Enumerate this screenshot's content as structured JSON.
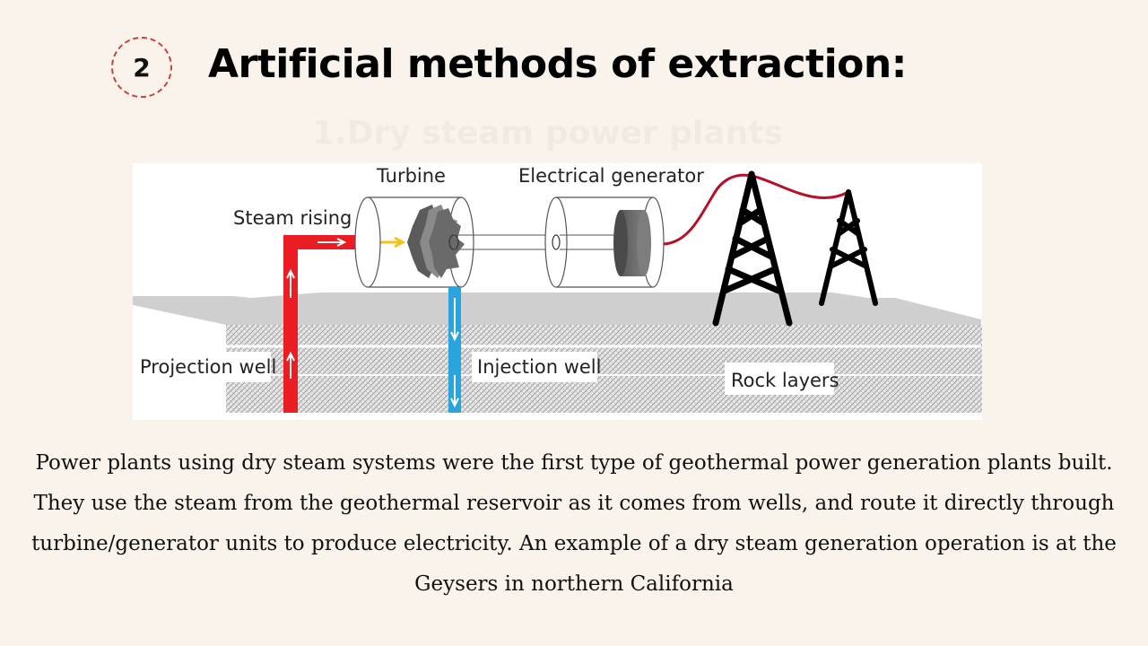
{
  "slide": {
    "number": "2",
    "title": "Artificial methods of extraction:",
    "ghost_heading": "1.Dry steam power plants"
  },
  "diagram": {
    "labels": {
      "turbine": "Turbine",
      "generator": "Electrical generator",
      "steam_rising": "Steam rising",
      "projection_well": "Projection well",
      "injection_well": "Injection well",
      "rock_layers": "Rock layers"
    },
    "colors": {
      "steam_pipe": "#ea1d24",
      "injection_pipe": "#2aa4de",
      "power_line": "#b5122a",
      "steam_arrow": "#f3c21b",
      "tower": "#000000"
    }
  },
  "description": "Power plants using dry steam systems were the first type of geothermal power generation plants built. They use the steam from the geothermal reservoir as it comes from wells, and route it directly through turbine/generator units to produce electricity. An example of a dry steam generation operation is at the Geysers in northern California"
}
